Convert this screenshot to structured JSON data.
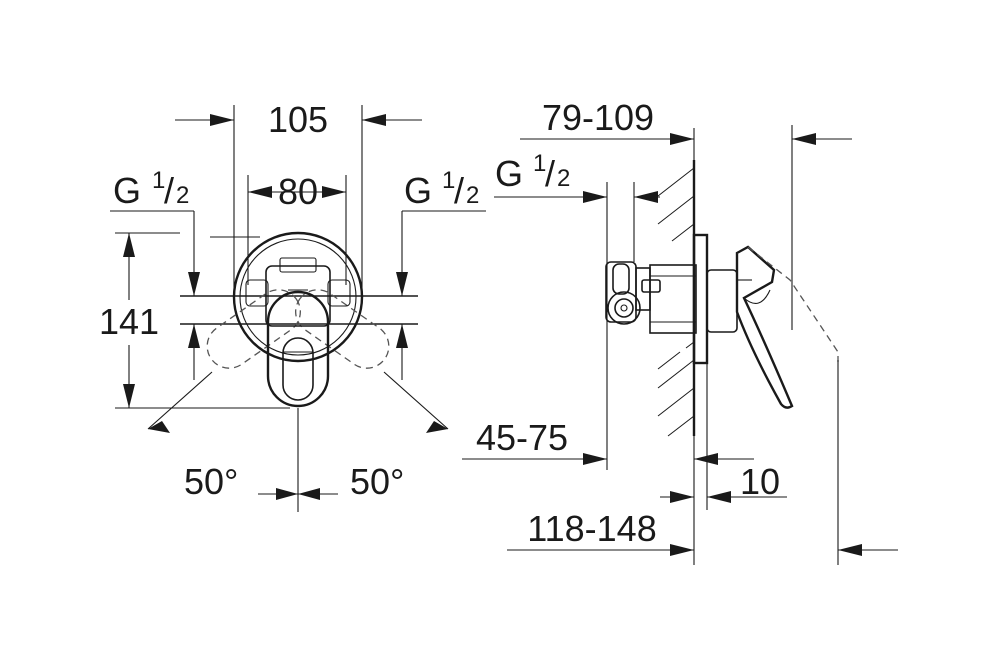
{
  "front_view": {
    "width_outer": "105",
    "width_inner": "80",
    "height": "141",
    "angle_left": "50°",
    "angle_right": "50°",
    "thread_left": {
      "letter": "G",
      "numerator": "1",
      "denominator": "2"
    },
    "thread_right": {
      "letter": "G",
      "numerator": "1",
      "denominator": "2"
    }
  },
  "side_view": {
    "depth_wall": "79-109",
    "depth_range": "45-75",
    "plate_thickness": "10",
    "total_depth": "118-148",
    "thread": {
      "letter": "G",
      "numerator": "1",
      "denominator": "2"
    }
  }
}
